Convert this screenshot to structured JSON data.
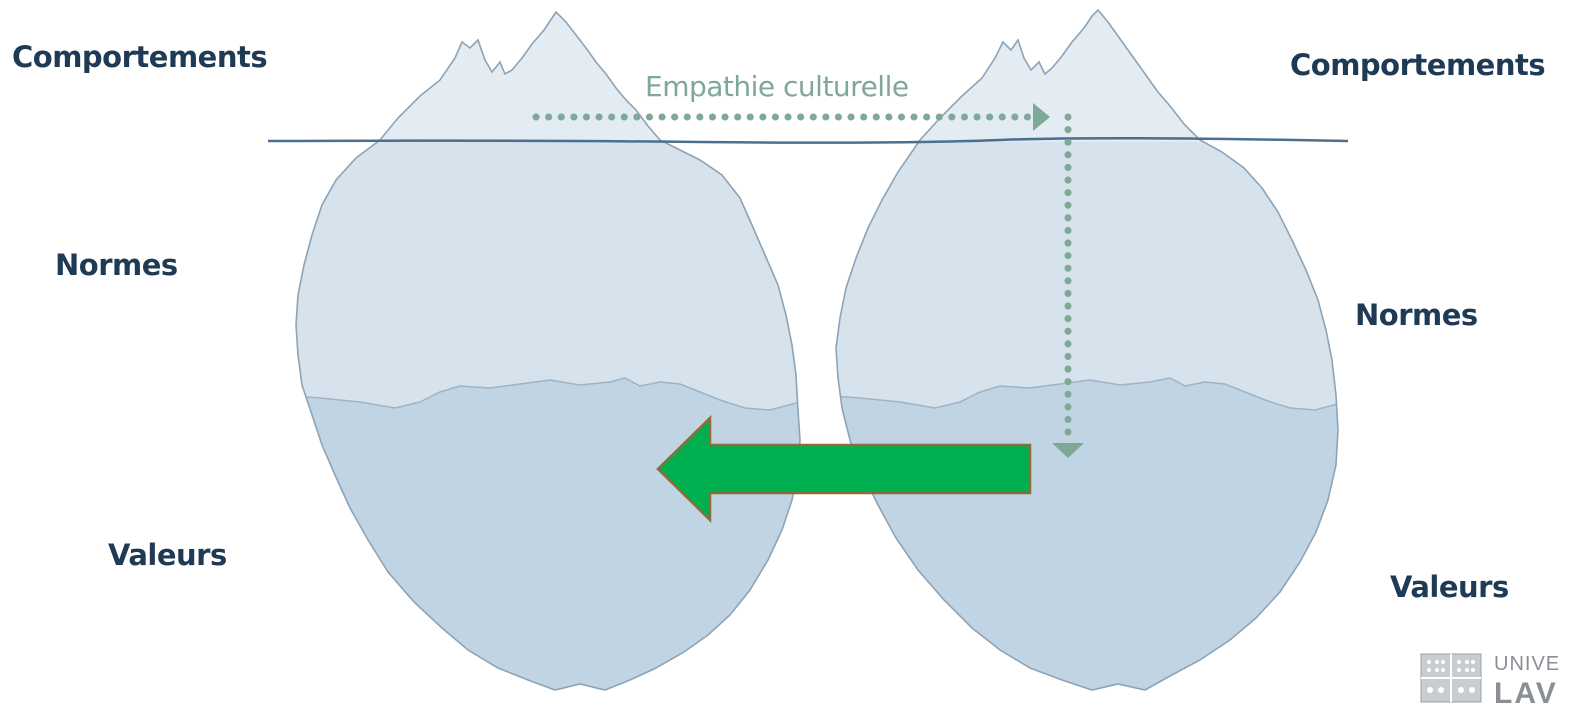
{
  "labels": {
    "left": {
      "behaviors": "Comportements",
      "norms": "Normes",
      "values": "Valeurs"
    },
    "right": {
      "behaviors": "Comportements",
      "norms": "Normes",
      "values": "Valeurs"
    },
    "empathy": "Empathie culturelle"
  },
  "logo": {
    "line1": "UNIVE",
    "line2": "LAV"
  },
  "colors": {
    "ice_top": "#e3ebf3",
    "ice_middle": "#d6e2ec",
    "ice_bottom": "#c0d4e3",
    "ice_outline": "#8ea3b5",
    "waterline": "#4a6f8f",
    "text": "#1f3a55",
    "dotted_path": "#7fa896",
    "arrow_fill": "#00b050",
    "arrow_stroke": "#8a6d3b"
  },
  "icons": {
    "arrow": "left-arrow-icon",
    "crest": "university-crest-icon"
  }
}
